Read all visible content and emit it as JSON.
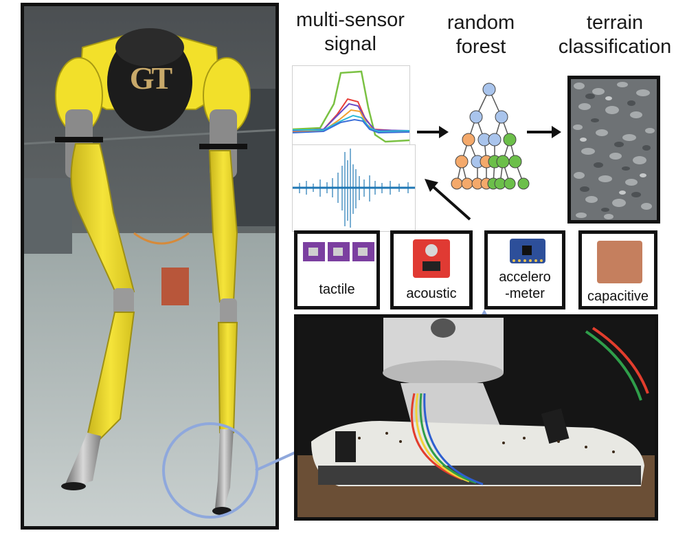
{
  "headers": {
    "multi_sensor": "multi-sensor",
    "signal": "signal",
    "random": "random",
    "forest": "forest",
    "terrain": "terrain",
    "classification": "classification"
  },
  "sensors": {
    "tactile": "tactile",
    "acoustic": "acoustic",
    "accelero_line1": "accelero",
    "accelero_line2": "-meter",
    "capacitive": "capacitive"
  },
  "logo_text": "GT",
  "colors": {
    "robot_yellow": "#f2e02a",
    "highlight_circle": "#8fa8dc",
    "arrow_blue": "#8fa8dc",
    "node_blue": "#a9c4ec",
    "node_orange": "#f4a96b",
    "node_green": "#6cbf4a"
  }
}
